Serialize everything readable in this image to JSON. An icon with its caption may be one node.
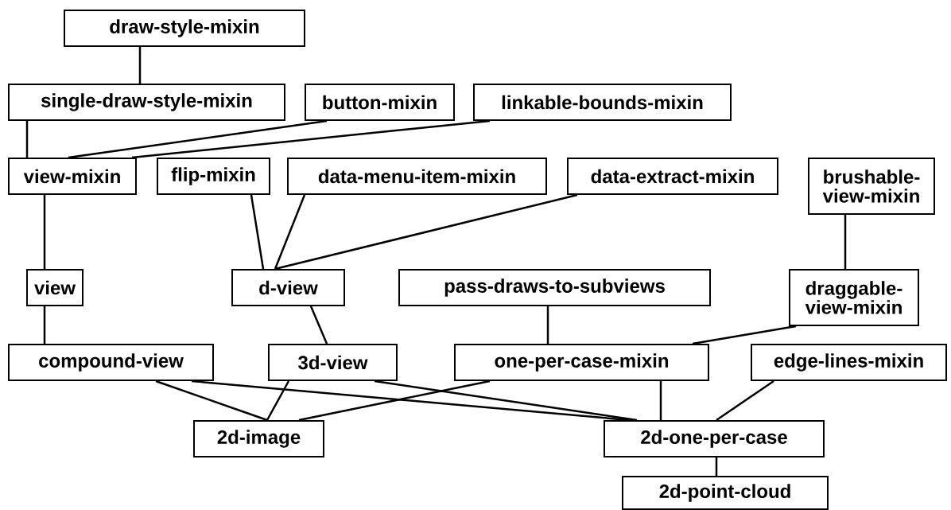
{
  "diagram": {
    "nodes": [
      {
        "text": [
          "draw-style-mixin"
        ]
      },
      {
        "text": [
          "single-draw-style-mixin"
        ]
      },
      {
        "text": [
          "button-mixin"
        ]
      },
      {
        "text": [
          "linkable-bounds-mixin"
        ]
      },
      {
        "text": [
          "view-mixin"
        ]
      },
      {
        "text": [
          "flip-mixin"
        ]
      },
      {
        "text": [
          "data-menu-item-mixin"
        ]
      },
      {
        "text": [
          "data-extract-mixin"
        ]
      },
      {
        "text": [
          "brushable-view-mixin"
        ]
      },
      {
        "text": [
          "view"
        ]
      },
      {
        "text": [
          "d-view"
        ]
      },
      {
        "text": [
          "pass-draws-to-subviews"
        ]
      },
      {
        "text": [
          "draggable-view-mixin"
        ]
      },
      {
        "text": [
          "compound-view"
        ]
      },
      {
        "text": [
          "3d-view"
        ]
      },
      {
        "text": [
          "one-per-case-mixin"
        ]
      },
      {
        "text": [
          "edge-lines-mixin"
        ]
      },
      {
        "text": [
          "2d-image"
        ]
      },
      {
        "text": [
          "2d-one-per-case"
        ]
      },
      {
        "text": [
          "2d-point-cloud"
        ]
      }
    ],
    "edges": [
      {
        "from": 0,
        "to": 1,
        "arrow": "none"
      },
      {
        "from": 1,
        "to": 4,
        "arrow": "none"
      },
      {
        "from": 2,
        "to": 4,
        "arrow": "none"
      },
      {
        "from": 3,
        "to": 4,
        "arrow": "none"
      },
      {
        "from": 4,
        "to": 9,
        "arrow": "none"
      },
      {
        "from": 5,
        "to": 10,
        "arrow": "none"
      },
      {
        "from": 6,
        "to": 10,
        "arrow": "none"
      },
      {
        "from": 7,
        "to": 10,
        "arrow": "none"
      },
      {
        "from": 8,
        "to": 12,
        "arrow": "none"
      },
      {
        "from": 9,
        "to": 13,
        "arrow": "none"
      },
      {
        "from": 10,
        "to": 14,
        "arrow": "none"
      },
      {
        "from": 11,
        "to": 15,
        "arrow": "none"
      },
      {
        "from": 12,
        "to": 15,
        "arrow": "none"
      },
      {
        "from": 13,
        "to": 17,
        "arrow": "none"
      },
      {
        "from": 13,
        "to": 18,
        "arrow": "none"
      },
      {
        "from": 14,
        "to": 17,
        "arrow": "none"
      },
      {
        "from": 14,
        "to": 18,
        "arrow": "none"
      },
      {
        "from": 15,
        "to": 17,
        "arrow": "none"
      },
      {
        "from": 15,
        "to": 18,
        "arrow": "none"
      },
      {
        "from": 16,
        "to": 18,
        "arrow": "none"
      },
      {
        "from": 18,
        "to": 19,
        "arrow": "none"
      }
    ]
  }
}
